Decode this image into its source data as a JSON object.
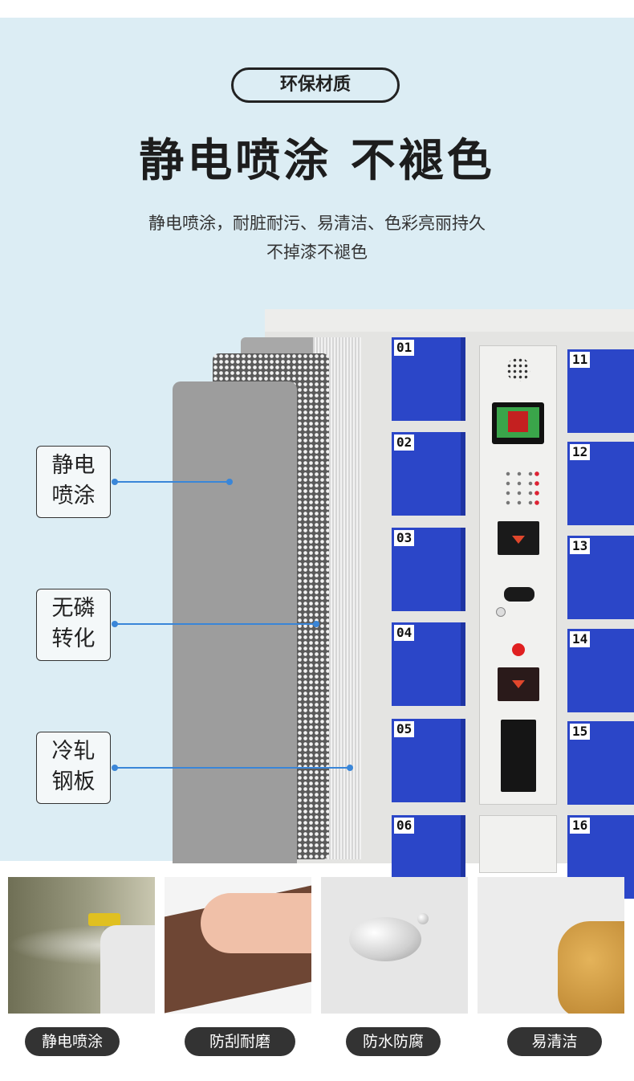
{
  "header": {
    "pill_label": "环保材质",
    "title": "静电喷涂 不褪色",
    "subtitle_line1": "静电喷涂，耐脏耐污、易清洁、色彩亮丽持久",
    "subtitle_line2": "不掉漆不褪色"
  },
  "layers": {
    "top": [
      "静电",
      "喷涂"
    ],
    "middle": [
      "无磷",
      "转化"
    ],
    "bottom": [
      "冷轧",
      "钢板"
    ]
  },
  "cabinet": {
    "left_doors": [
      "01",
      "02",
      "03",
      "04",
      "05",
      "06"
    ],
    "right_doors": [
      "11",
      "12",
      "13",
      "14",
      "15",
      "16"
    ]
  },
  "features": [
    {
      "label": "静电喷涂",
      "image": "spray-gun-icon"
    },
    {
      "label": "防刮耐磨",
      "image": "sandpaper-icon"
    },
    {
      "label": "防水防腐",
      "image": "water-drop-icon"
    },
    {
      "label": "易清洁",
      "image": "cleaning-cloth-icon"
    }
  ],
  "colors": {
    "background": "#dcedf4",
    "door_blue": "#2b46c8",
    "accent_line": "#3a86d8",
    "badge": "#333333"
  }
}
